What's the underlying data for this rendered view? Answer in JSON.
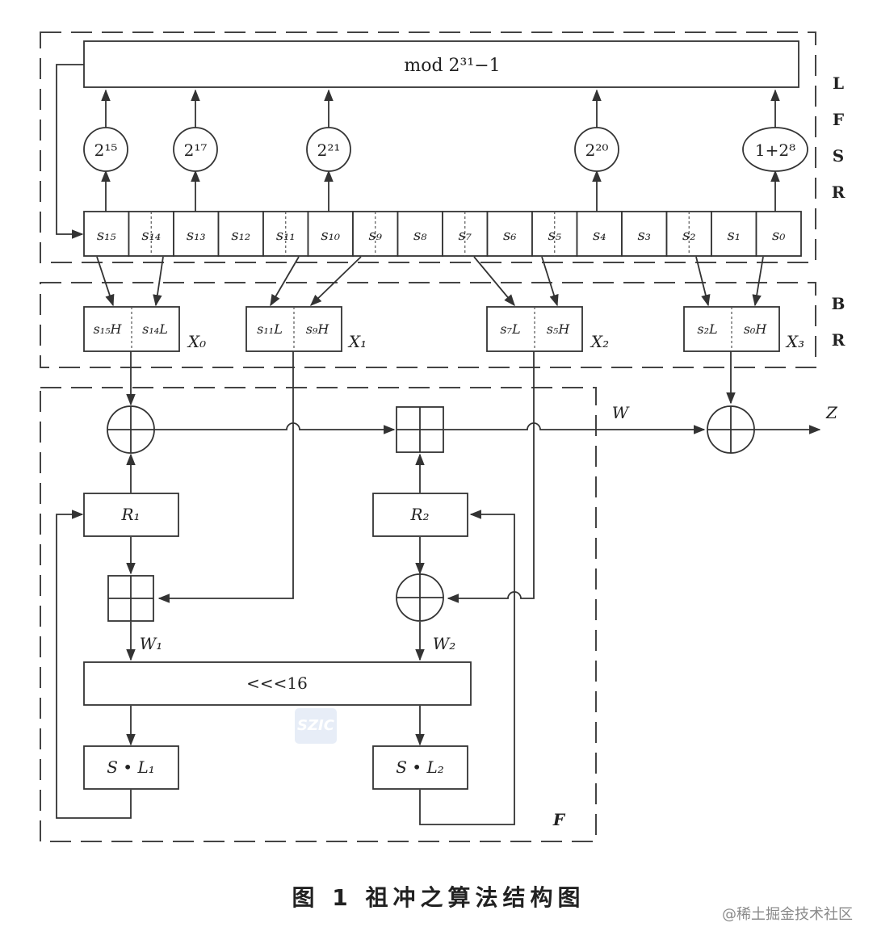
{
  "mod_box": {
    "label": "mod 2³¹−1"
  },
  "multipliers": [
    "2¹⁵",
    "2¹⁷",
    "2²¹",
    "2²⁰",
    "1+2⁸"
  ],
  "registers": [
    "s₁₅",
    "s₁₄",
    "s₁₃",
    "s₁₂",
    "s₁₁",
    "s₁₀",
    "s₉",
    "s₈",
    "s₇",
    "s₆",
    "s₅",
    "s₄",
    "s₃",
    "s₂",
    "s₁",
    "s₀"
  ],
  "side_labels": {
    "lfsr": [
      "L",
      "F",
      "S",
      "R"
    ],
    "br": [
      "B",
      "R"
    ],
    "f": "F"
  },
  "br_groups": [
    {
      "hi": "s₁₅H",
      "lo": "s₁₄L",
      "name": "X₀"
    },
    {
      "hi": "s₁₁L",
      "lo": "s₉H",
      "name": "X₁"
    },
    {
      "hi": "s₇L",
      "lo": "s₅H",
      "name": "X₂"
    },
    {
      "hi": "s₂L",
      "lo": "s₀H",
      "name": "X₃"
    }
  ],
  "f_labels": {
    "w": "W",
    "z": "Z",
    "r1": "R₁",
    "r2": "R₂",
    "w1": "W₁",
    "w2": "W₂",
    "rot": "<<<16",
    "sl1": "S • L₁",
    "sl2": "S • L₂"
  },
  "caption": "图 1  祖冲之算法结构图",
  "watermark": "@稀土掘金技术社区",
  "logo": "SZIC"
}
